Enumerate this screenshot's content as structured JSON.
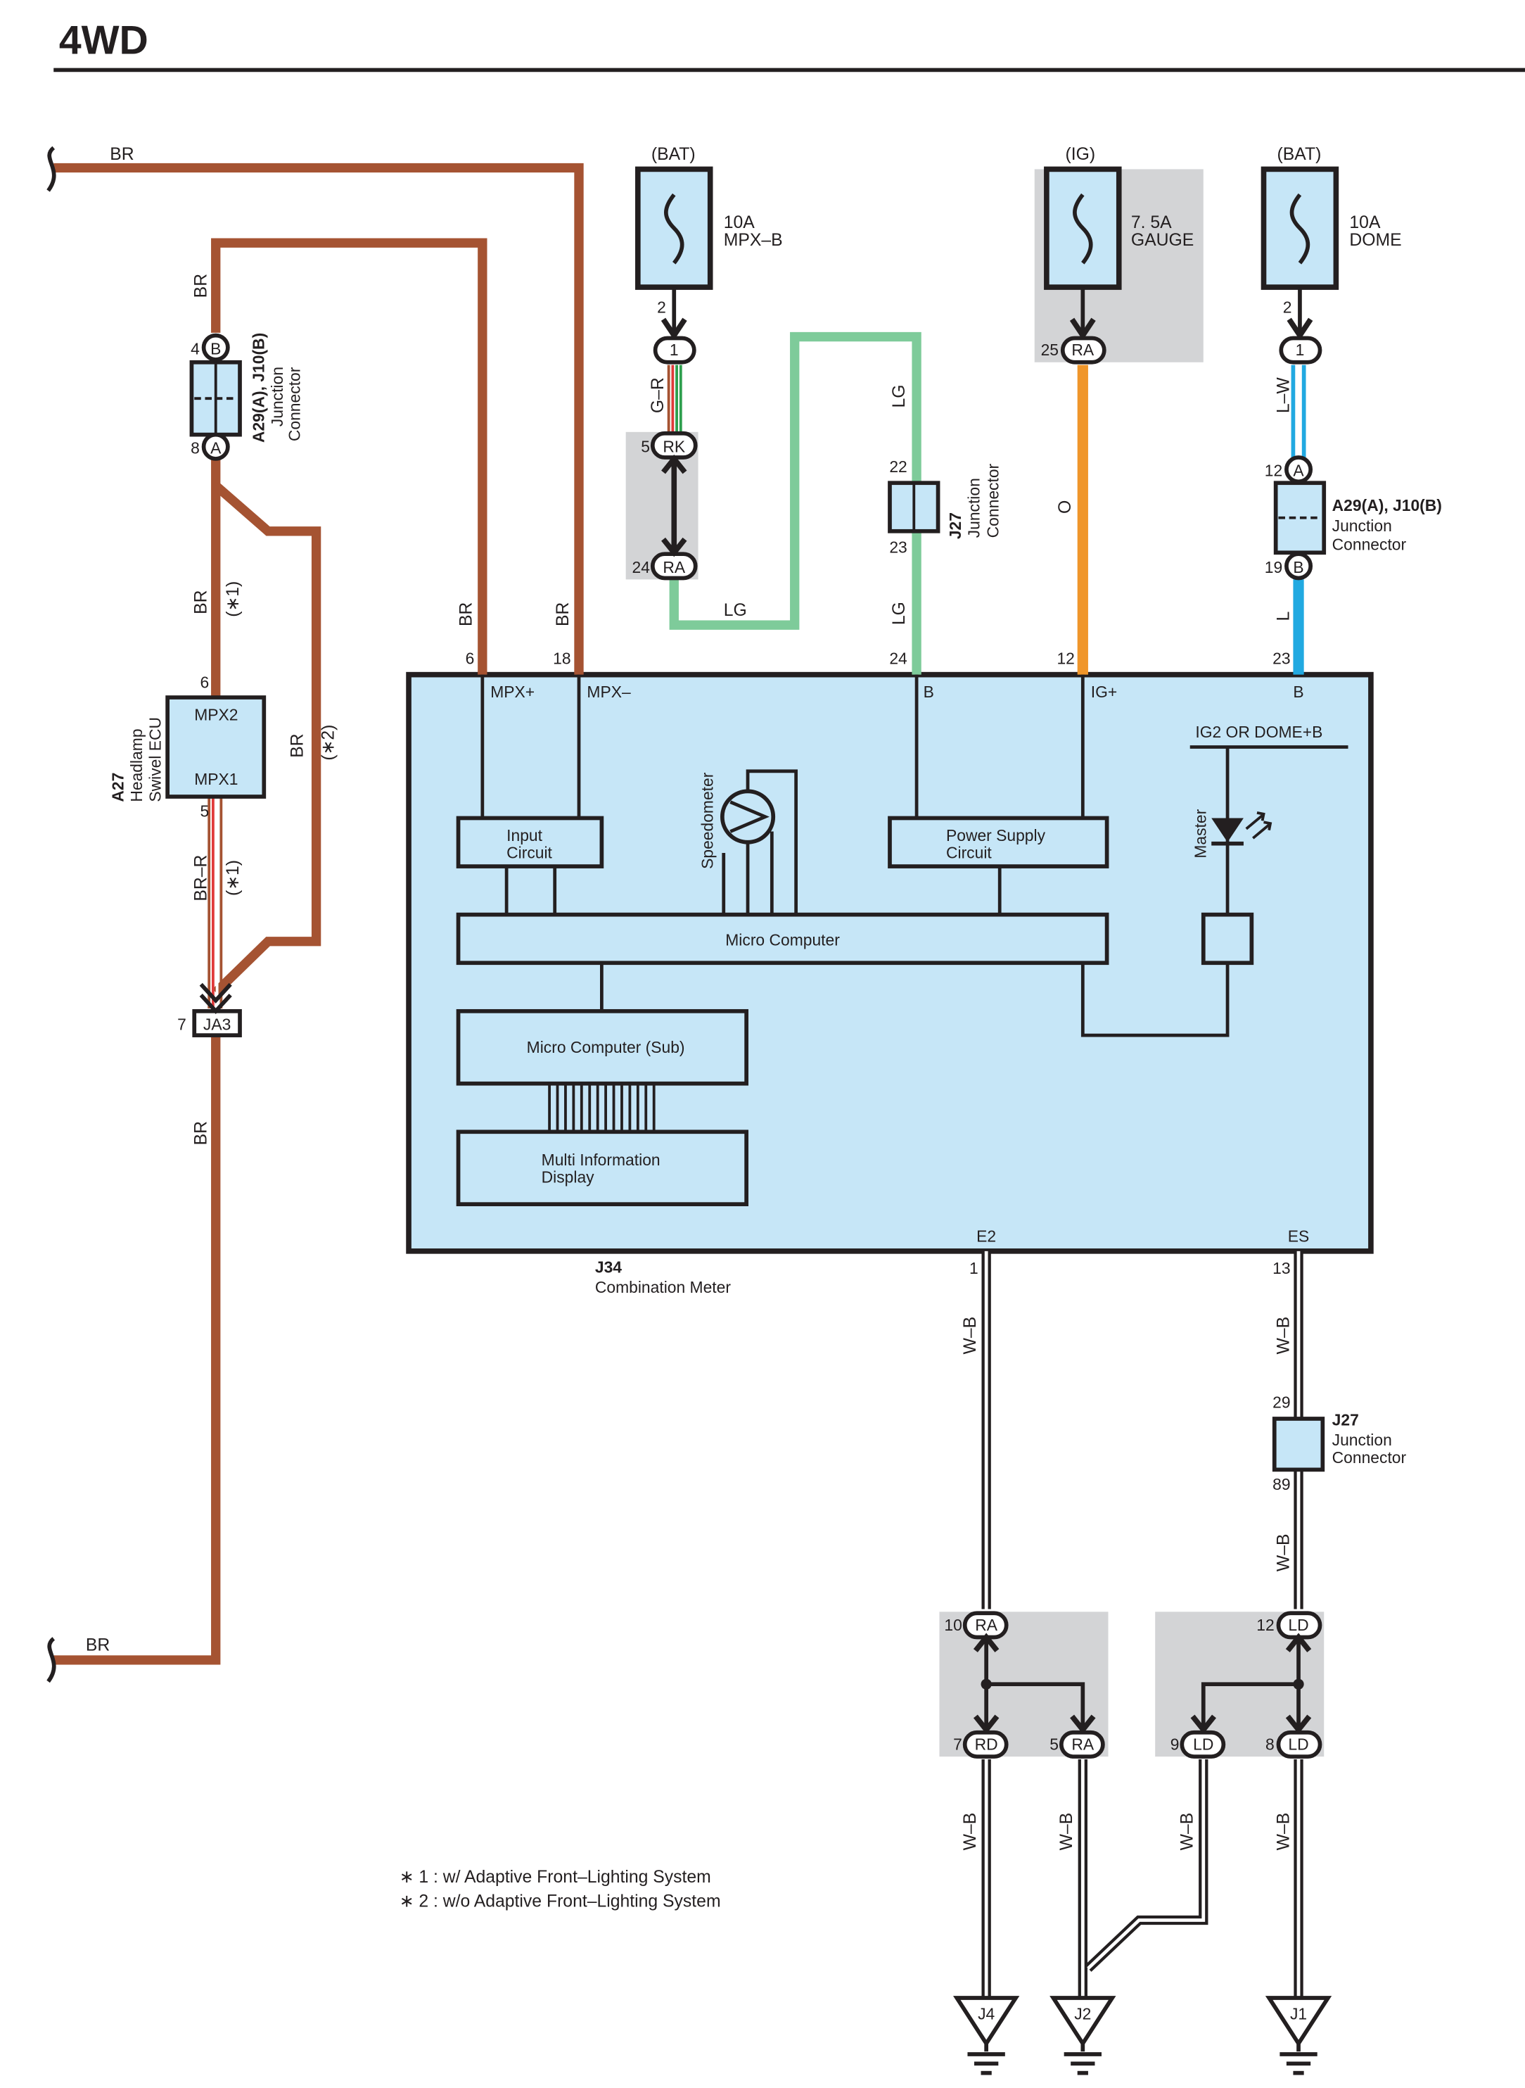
{
  "title": "4WD",
  "colors": {
    "br": "#a55332",
    "lg": "#7ecb9a",
    "o": "#f0962a",
    "lw": "#21a9e1",
    "l": "#21a9e1",
    "meter": "#c6e6f7",
    "shade": "#d3d4d6",
    "ink": "#231f20"
  },
  "wire_labels": {
    "br_top": "BR",
    "br_bottom": "BR",
    "br_a": "BR",
    "br_b": "BR",
    "br_c": "BR",
    "br_d": "BR",
    "br_e": "BR",
    "br_r": "BR–R",
    "gr": "G–R",
    "lg1": "LG",
    "lg2": "LG",
    "lg3": "LG",
    "o": "O",
    "lw": "L–W",
    "l": "L",
    "wb1": "W–B",
    "wb2": "W–B",
    "wb3": "W–B",
    "wb4": "W–B",
    "wb5": "W–B",
    "wb6": "W–B",
    "wb7": "W–B"
  },
  "notes_marks": {
    "n1a": "(∗1)",
    "n1b": "(∗1)",
    "n2": "(∗2)"
  },
  "power": {
    "bat1": "(BAT)",
    "fuse1_amp": "10A",
    "fuse1_name": "MPX–B",
    "ig": "(IG)",
    "fuse2_amp": "7. 5A",
    "fuse2_name": "GAUGE",
    "bat2": "(BAT)",
    "fuse3_amp": "10A",
    "fuse3_name": "DOME"
  },
  "connectors": {
    "c1": "1",
    "rk": "RK",
    "ra24": "RA",
    "ra25": "RA",
    "c1b": "1",
    "a1": "A",
    "b1": "B",
    "b2": "B",
    "a2": "A",
    "ja3": "JA3",
    "ra10": "RA",
    "ld12": "LD",
    "rd7": "RD",
    "ra5": "RA",
    "ld9": "LD",
    "ld8": "LD"
  },
  "pins": {
    "p2a": "2",
    "p5": "5",
    "p24a": "24",
    "p22": "22",
    "p23": "23",
    "p25": "25",
    "p2b": "2",
    "p12a": "12",
    "p19": "19",
    "p4": "4",
    "p8": "8",
    "p6a": "6",
    "p5b": "5",
    "p7": "7",
    "p6": "6",
    "p18": "18",
    "p24": "24",
    "p12": "12",
    "p23b": "23",
    "p1": "1",
    "p13": "13",
    "p29": "29",
    "p89": "89",
    "p10": "10",
    "p12b": "12",
    "p7b": "7",
    "p5c": "5",
    "p9": "9",
    "p8b": "8"
  },
  "components": {
    "a29_top_id": "A29(A), J10(B)",
    "a29_top_l1": "Junction",
    "a29_top_l2": "Connector",
    "a29_right_id": "A29(A), J10(B)",
    "a29_right_l1": "Junction",
    "a29_right_l2": "Connector",
    "j27_top_id": "J27",
    "j27_top_l1": "Junction",
    "j27_top_l2": "Connector",
    "j27_bot_id": "J27",
    "j27_bot_l1": "Junction",
    "j27_bot_l2": "Connector",
    "a27_id": "A27",
    "a27_l1": "Headlamp",
    "a27_l2": "Swivel ECU",
    "mpx2": "MPX2",
    "mpx1": "MPX1",
    "j34_id": "J34",
    "j34_name": "Combination Meter"
  },
  "meter": {
    "mpx_plus": "MPX+",
    "mpx_minus": "MPX–",
    "b": "B",
    "ig_plus": "IG+",
    "b2": "B",
    "ig2": "IG2 OR DOME+B",
    "input1": "Input",
    "input2": "Circuit",
    "speedometer": "Speedometer",
    "ps1": "Power Supply",
    "ps2": "Circuit",
    "master": "Master",
    "micro": "Micro Computer",
    "micro_sub": "Micro Computer (Sub)",
    "mid1": "Multi Information",
    "mid2": "Display",
    "e2": "E2",
    "es": "ES"
  },
  "grounds": {
    "j4": "J4",
    "j2": "J2",
    "j1": "J1"
  },
  "notes": {
    "n1": "∗ 1 : w/ Adaptive Front–Lighting System",
    "n2": "∗ 2 : w/o Adaptive Front–Lighting System"
  }
}
